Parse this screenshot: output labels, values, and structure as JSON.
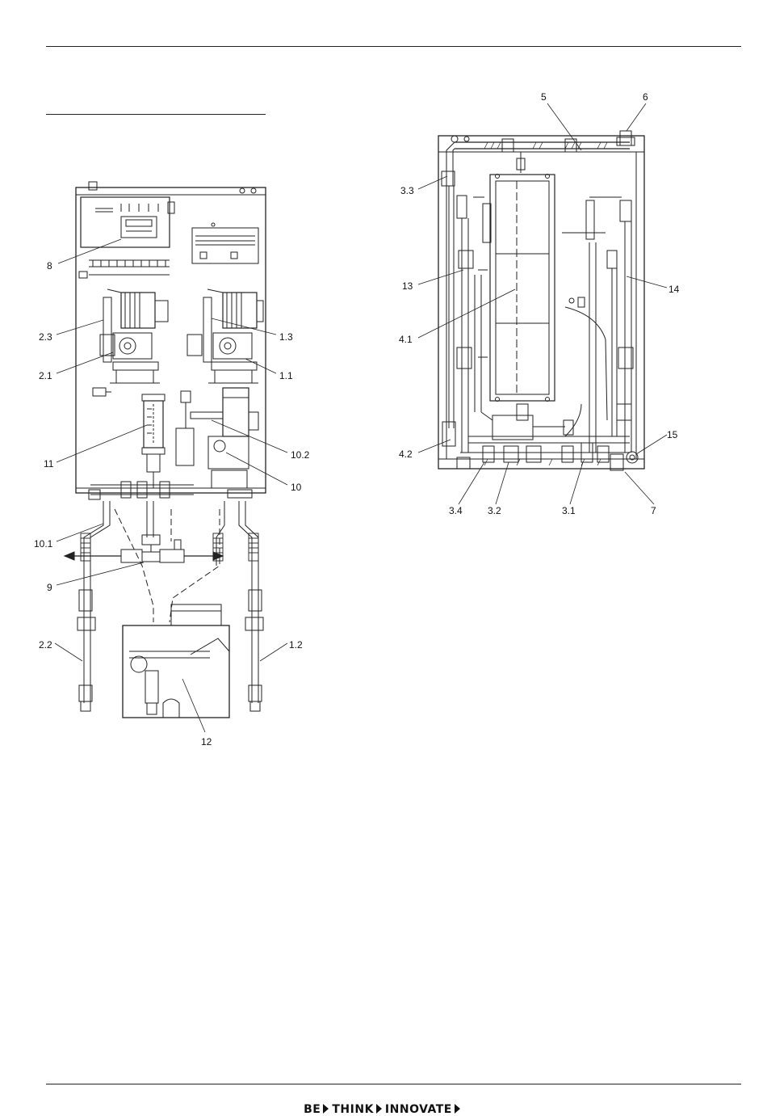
{
  "labels_left": [
    "8",
    "2.3",
    "1.3",
    "2.1",
    "1.1",
    "11",
    "10.2",
    "10",
    "10.1",
    "9",
    "2.2",
    "1.2",
    "12"
  ],
  "labels_right": [
    "5",
    "6",
    "3.3",
    "13",
    "14",
    "4.1",
    "4.2",
    "15",
    "3.4",
    "3.2",
    "3.1",
    "7"
  ],
  "footer": {
    "word1": "BE",
    "word2": "THINK",
    "word3": "INNOVATE"
  }
}
